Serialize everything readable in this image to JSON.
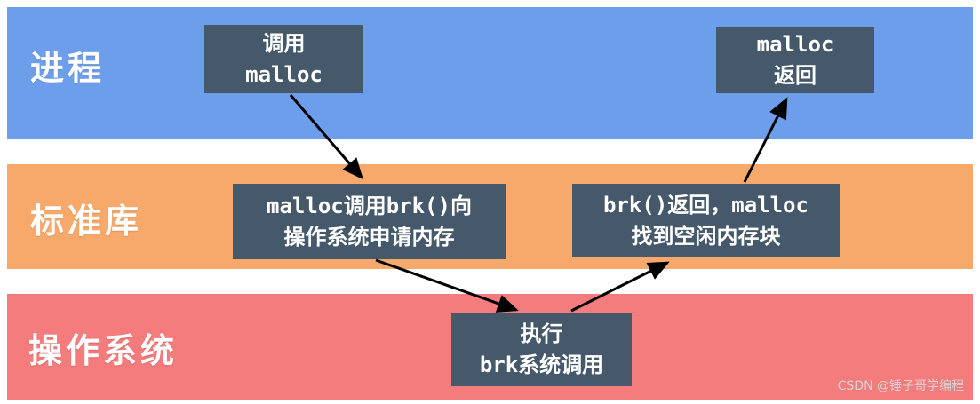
{
  "layers": [
    {
      "id": "process",
      "label": "进程",
      "color": "#6d9eeb"
    },
    {
      "id": "stdlib",
      "label": "标准库",
      "color": "#f6a96b"
    },
    {
      "id": "os",
      "label": "操作系统",
      "color": "#f47c7c"
    }
  ],
  "nodes": [
    {
      "id": "call-malloc",
      "layer": "process",
      "lines": [
        "调用",
        "malloc"
      ]
    },
    {
      "id": "malloc-return",
      "layer": "process",
      "lines": [
        "malloc",
        "返回"
      ]
    },
    {
      "id": "malloc-brk",
      "layer": "stdlib",
      "lines": [
        "malloc调用brk()向",
        "操作系统申请内存"
      ]
    },
    {
      "id": "brk-return",
      "layer": "stdlib",
      "lines": [
        "brk()返回，malloc",
        "找到空闲内存块"
      ]
    },
    {
      "id": "exec-brk",
      "layer": "os",
      "lines": [
        "执行",
        "brk系统调用"
      ]
    }
  ],
  "edges": [
    {
      "from": "call-malloc",
      "to": "malloc-brk"
    },
    {
      "from": "malloc-brk",
      "to": "exec-brk"
    },
    {
      "from": "exec-brk",
      "to": "brk-return"
    },
    {
      "from": "brk-return",
      "to": "malloc-return"
    }
  ],
  "colors": {
    "node_bg": "#45596b",
    "node_text": "#ffffff",
    "arrow": "#000000"
  },
  "watermark": "CSDN @锤子哥学编程"
}
